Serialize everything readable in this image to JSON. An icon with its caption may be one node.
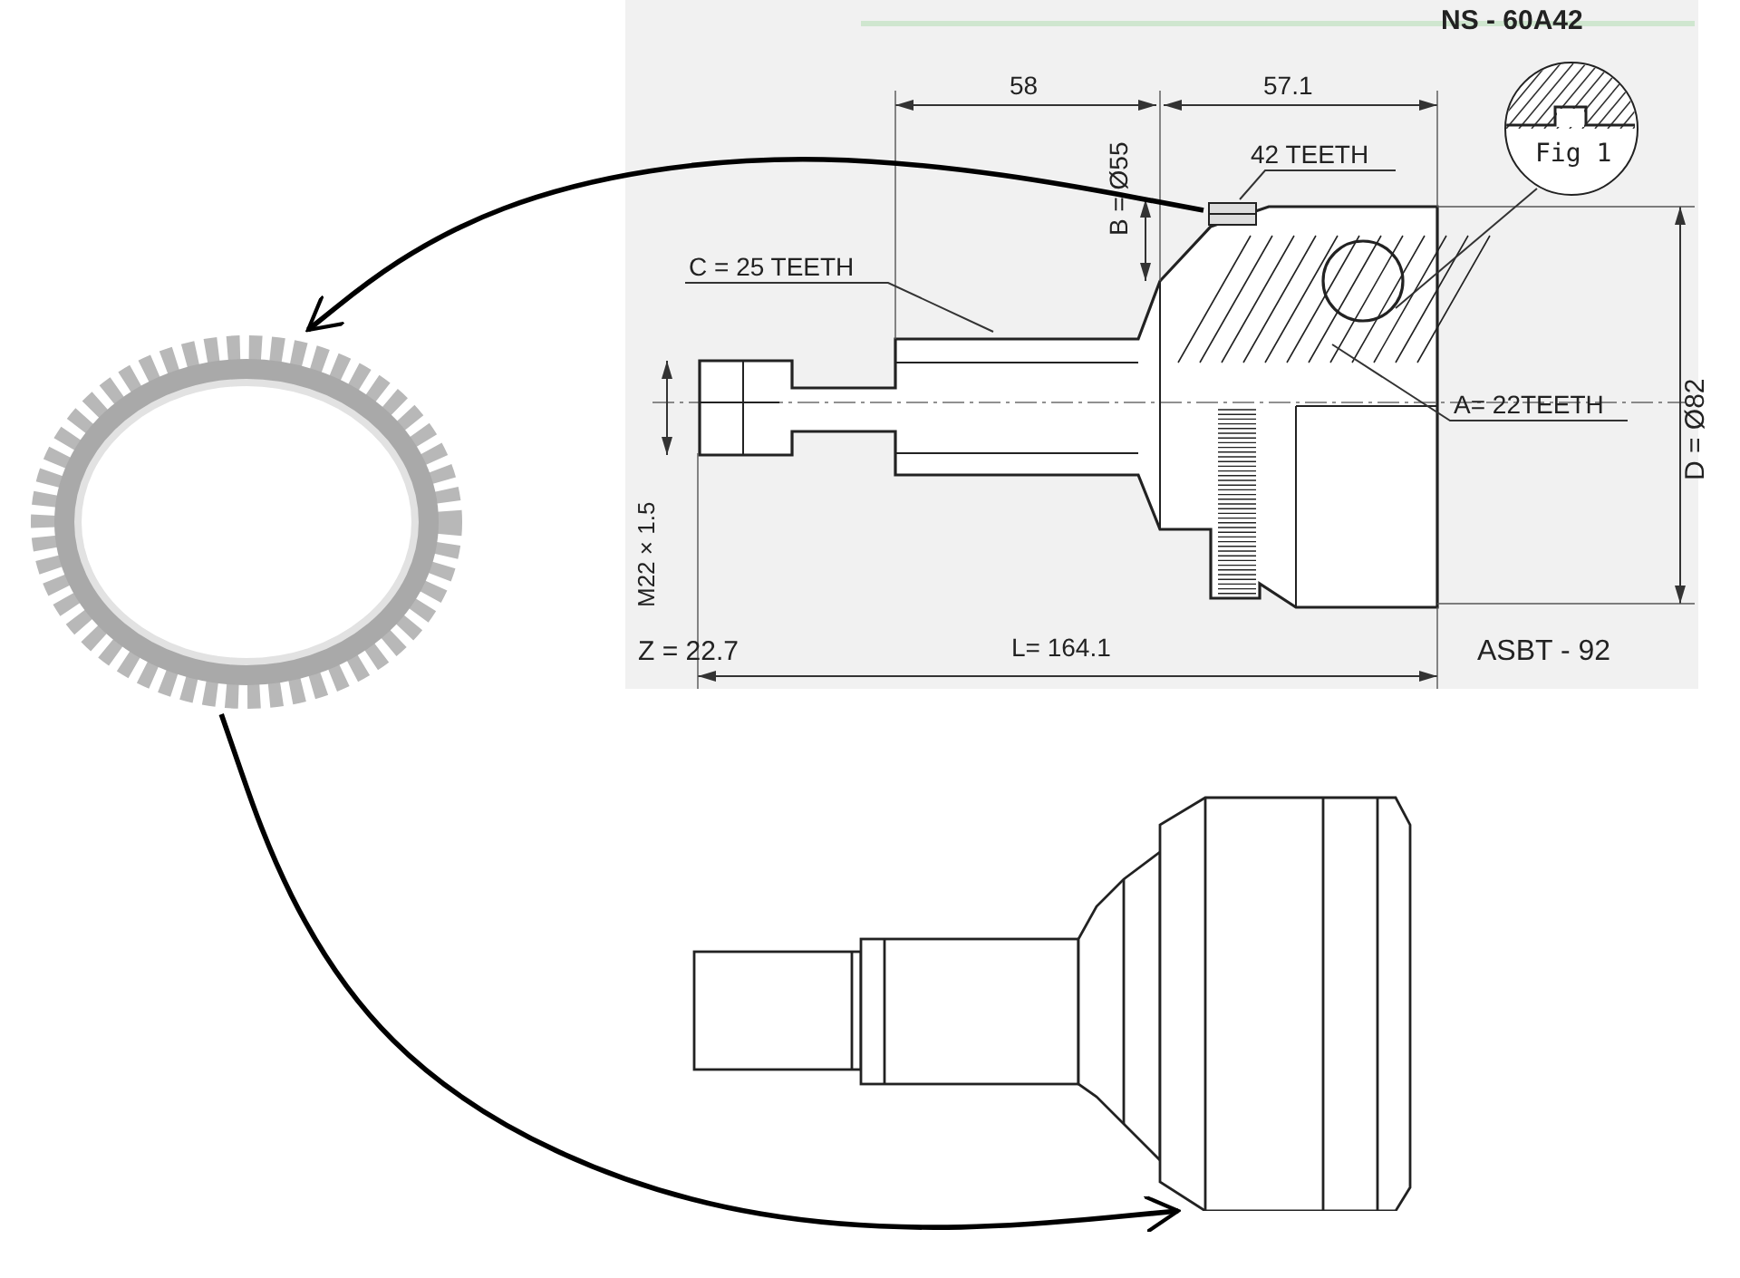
{
  "diagram": {
    "nodes": [
      {
        "text": [],
        "shape": "picture"
      },
      {
        "text": [],
        "shape": "picture"
      },
      {
        "text": [],
        "shape": "picture"
      },
      {
        "text": [
          "42 TEETH"
        ]
      },
      {
        "text": [
          "C = 25 TEETH"
        ]
      },
      {
        "text": [
          "A= 22TEETH"
        ]
      },
      {
        "text": [
          "Fig 1"
        ]
      }
    ],
    "edges": [
      {
        "from": 1,
        "to": 0,
        "arrow": "to",
        "style": "thick"
      },
      {
        "from": 0,
        "to": 2,
        "arrow": "to",
        "style": "thick"
      },
      {
        "from": 3,
        "to": 1,
        "arrow": "none"
      },
      {
        "from": 4,
        "to": null,
        "arrow": "none"
      },
      {
        "from": 5,
        "to": null,
        "arrow": "none"
      },
      {
        "from": 6,
        "to": null,
        "arrow": "none"
      }
    ],
    "labels": [
      "NS - 60A42",
      "58",
      "57.1",
      "B = Ø55",
      "D = Ø82",
      "M22 × 1.5",
      "Z = 22.7",
      "L= 164.1",
      "ASBT - 92"
    ]
  }
}
